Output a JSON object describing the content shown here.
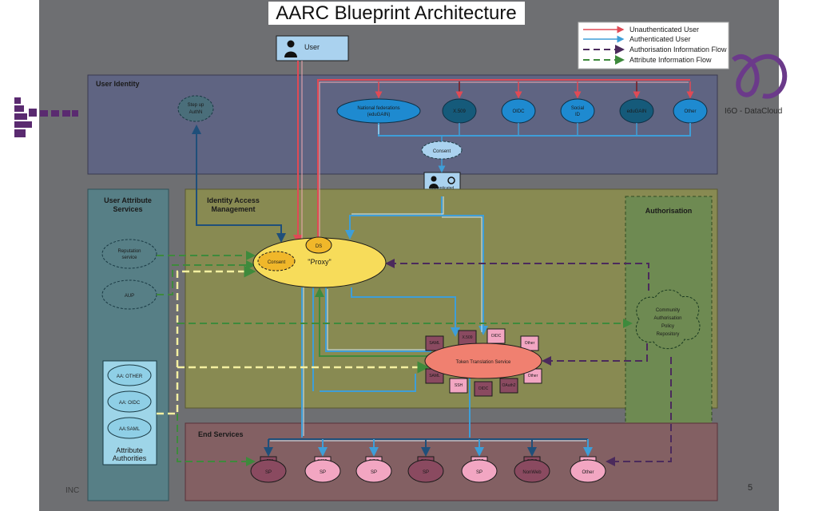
{
  "title": "AARC Blueprint Architecture",
  "page_number": "5",
  "footer_left": "INC",
  "logo_right_text": "I6O - DataCloud",
  "legend": {
    "items": [
      {
        "label": "Unauthenticated User",
        "color": "#e04a55",
        "dash": "solid"
      },
      {
        "label": "Authenticated User",
        "color": "#3e9ed8",
        "dash": "solid"
      },
      {
        "label": "Authorisation Information Flow",
        "color": "#4b2a5c",
        "dash": "dashed"
      },
      {
        "label": "Attribute Information Flow",
        "color": "#3e8a3c",
        "dash": "dashed"
      }
    ]
  },
  "user": {
    "label": "User"
  },
  "user_identity": {
    "title": "User Identity",
    "stepup": "Step up\nAuthN",
    "providers": [
      "National federations\n(eduGAIN)",
      "X.509",
      "OIDC",
      "Social\nID",
      "eduGAIN",
      "Other"
    ],
    "consent": "Consent",
    "authenticated_user": "Authenticated\nUser"
  },
  "attribute_services": {
    "title": "User Attribute\nServices",
    "reputation": "Reputation\nservice",
    "aup": "AUP",
    "authorities": [
      "AA: OTHER",
      "AA: OIDC",
      "AA:SAML"
    ],
    "authorities_title": "Attribute\nAuthorities"
  },
  "iam": {
    "title": "Identity Access\nManagement",
    "proxy": "\"Proxy\"",
    "ds": "DS",
    "consent": "Consent",
    "tts": "Token Translation Service",
    "tts_tags": [
      "SAML",
      "X.509",
      "OIDC",
      "Other",
      "Other",
      "SAML",
      "SSH",
      "OIDC",
      "OAuth2"
    ]
  },
  "authorisation": {
    "title": "Authorisation",
    "repo": "Community\nAuthorisation\nPolicy\nRepository"
  },
  "end_services": {
    "title": "End Services",
    "services": [
      {
        "tag": "x.509",
        "label": "SP",
        "fill": "#8a4a60"
      },
      {
        "tag": "SAML",
        "label": "SP",
        "fill": "#f2a6c2"
      },
      {
        "tag": "OIDC",
        "label": "SP",
        "fill": "#f2a6c2"
      },
      {
        "tag": "Other",
        "label": "SP",
        "fill": "#8a4a60"
      },
      {
        "tag": "SAML",
        "label": "SP",
        "fill": "#f2a6c2"
      },
      {
        "tag": "OIDC",
        "label": "NonWeb",
        "fill": "#8a4a60"
      },
      {
        "tag": "Other",
        "label": "Other",
        "fill": "#f2a6c2"
      }
    ]
  }
}
